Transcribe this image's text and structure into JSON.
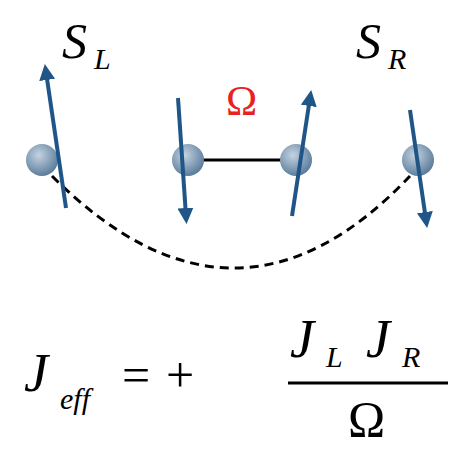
{
  "diagram": {
    "labels": [
      "S",
      "L",
      "S",
      "R",
      "Ω",
      "J",
      "eff",
      "=",
      "+",
      "J",
      "L",
      "J",
      "R",
      "Ω"
    ]
  }
}
